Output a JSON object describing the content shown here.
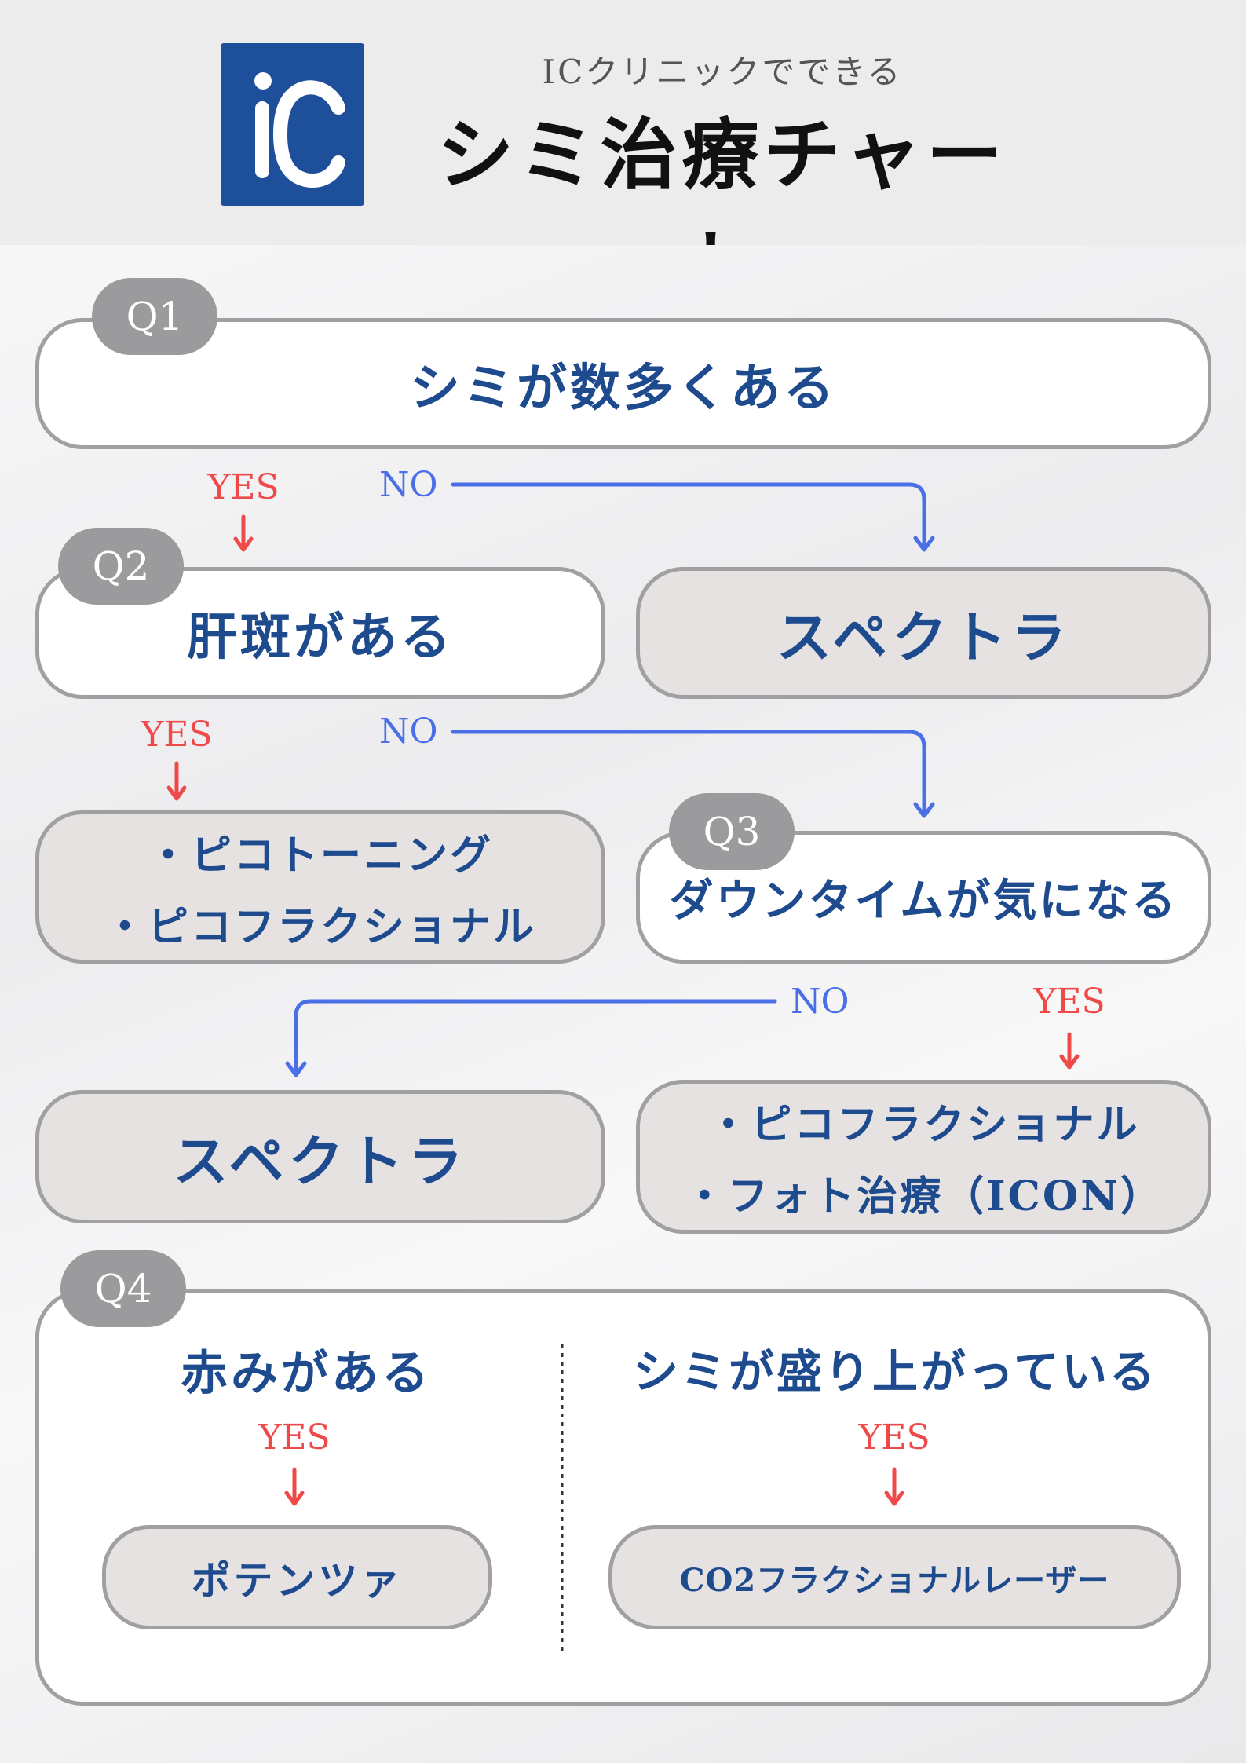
{
  "header": {
    "logo_text": "iC",
    "subtitle": "ICクリニックでできる",
    "title": "シミ治療チャート"
  },
  "q1": {
    "tag": "Q1",
    "question": "シミが数多くある",
    "yes": "YES",
    "no": "NO"
  },
  "result_q1_no": "スペクトラ",
  "q2": {
    "tag": "Q2",
    "question": "肝斑がある",
    "yes": "YES",
    "no": "NO"
  },
  "result_q2_yes": [
    "・ピコトーニング",
    "・ピコフラクショナル"
  ],
  "q3": {
    "tag": "Q3",
    "question": "ダウンタイムが気になる",
    "yes": "YES",
    "no": "NO"
  },
  "result_q3_no": "スペクトラ",
  "result_q3_yes": [
    "・ピコフラクショナル",
    "・フォト治療（ICON）"
  ],
  "q4": {
    "tag": "Q4",
    "left_question": "赤みがある",
    "left_yes": "YES",
    "left_result": "ポテンツァ",
    "right_question": "シミが盛り上がっている",
    "right_yes": "YES",
    "right_result": "CO2フラクショナルレーザー"
  },
  "colors": {
    "brand_blue": "#1e4f9a",
    "text_blue": "#1e4a8e",
    "yes_red": "#ef4a4a",
    "no_blue": "#4a6fe6",
    "border_gray": "#a0a0a2",
    "tag_gray": "#9b9b9d",
    "result_fill": "#e6e2e2"
  }
}
